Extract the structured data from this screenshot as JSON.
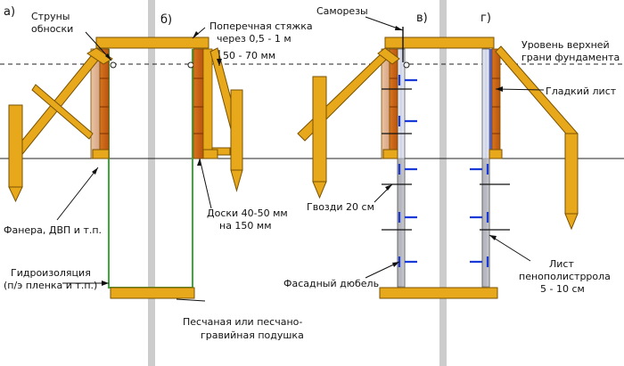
{
  "panels": {
    "a": "а)",
    "b": "б)",
    "v": "в)",
    "g": "г)"
  },
  "labels": {
    "struny_1": "Струны",
    "struny_2": "обноски",
    "styazhka_1": "Поперечная стяжка",
    "styazhka_2": "через 0,5 - 1 м",
    "offset": "50 - 70 мм",
    "fanera": "Фанера, ДВП и т.п.",
    "doski_1": "Доски 40-50 мм",
    "doski_2": "на 150 мм",
    "gidro_1": "Гидроизоляция",
    "gidro_2": "(п/э пленка и т.п.)",
    "podushka_1": "Песчаная или песчано-",
    "podushka_2": "гравийная подушка",
    "samorezy": "Саморезы",
    "uroven_1": "Уровень верхней",
    "uroven_2": "грани фундамента",
    "gladkiy": "Гладкий лист",
    "gvozdi": "Гвозди 20 см",
    "dyubel": "Фасадный дюбель",
    "list_1": "Лист",
    "list_2": "пенополистррола",
    "list_3": "5 - 10 см"
  },
  "colors": {
    "wood": "#e8a81c",
    "wood_edge": "#7a5200",
    "plywood_dark": "#c8641c",
    "plywood_light": "#e8c0a0",
    "foam": "#dde0f0",
    "waterproof": "#3aaa3a",
    "dowel": "#1a3ad8",
    "guide": "#cccccc"
  }
}
